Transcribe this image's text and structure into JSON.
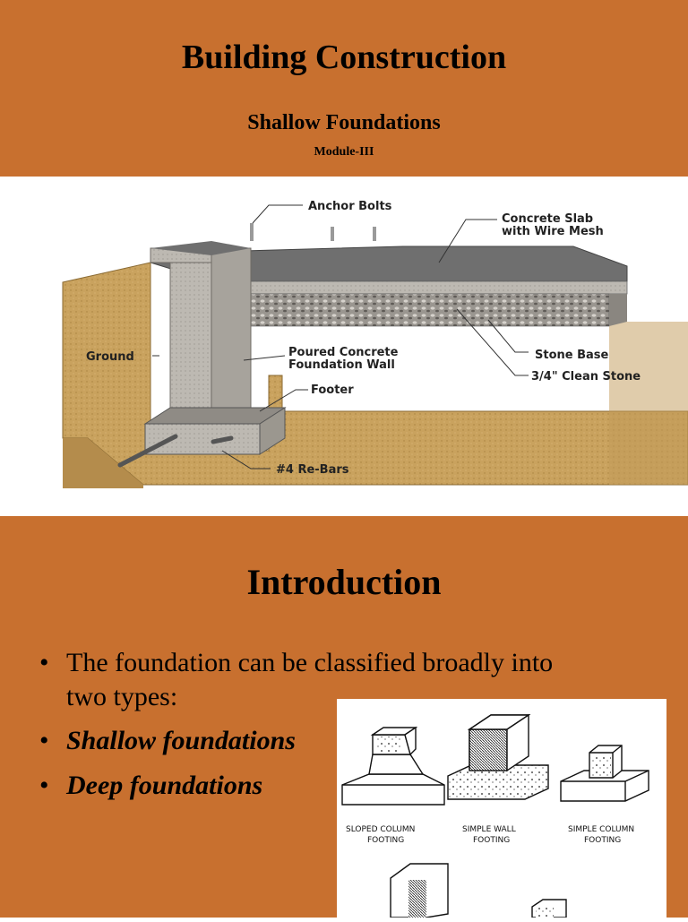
{
  "slide1": {
    "title": "Building Construction",
    "subtitle": "Shallow Foundations",
    "module": "Module-III",
    "diagram_labels": {
      "anchor_bolts": "Anchor Bolts",
      "concrete_slab_line1": "Concrete Slab",
      "concrete_slab_line2": "with Wire Mesh",
      "ground": "Ground",
      "poured_line1": "Poured Concrete",
      "poured_line2": "Foundation Wall",
      "stone_base": "Stone Base",
      "clean_stone": "3/4\" Clean Stone",
      "footer": "Footer",
      "rebars": "#4 Re-Bars"
    }
  },
  "slide2": {
    "title": "Introduction",
    "bullets": [
      {
        "text_line1": "The foundation can be classified broadly into",
        "text_line2": "two types:"
      },
      {
        "text": "Shallow foundations"
      },
      {
        "text": "Deep foundations"
      }
    ],
    "footing_labels": {
      "sloped_line1": "SLOPED COLUMN",
      "sloped_line2": "FOOTING",
      "wall_line1": "SIMPLE WALL",
      "wall_line2": "FOOTING",
      "column_line1": "SIMPLE COLUMN",
      "column_line2": "FOOTING"
    }
  },
  "colors": {
    "slide_background": "#c8702f",
    "ground": "#c9a25e",
    "concrete": "#b8b4ad",
    "slab": "#6f6f6f"
  }
}
